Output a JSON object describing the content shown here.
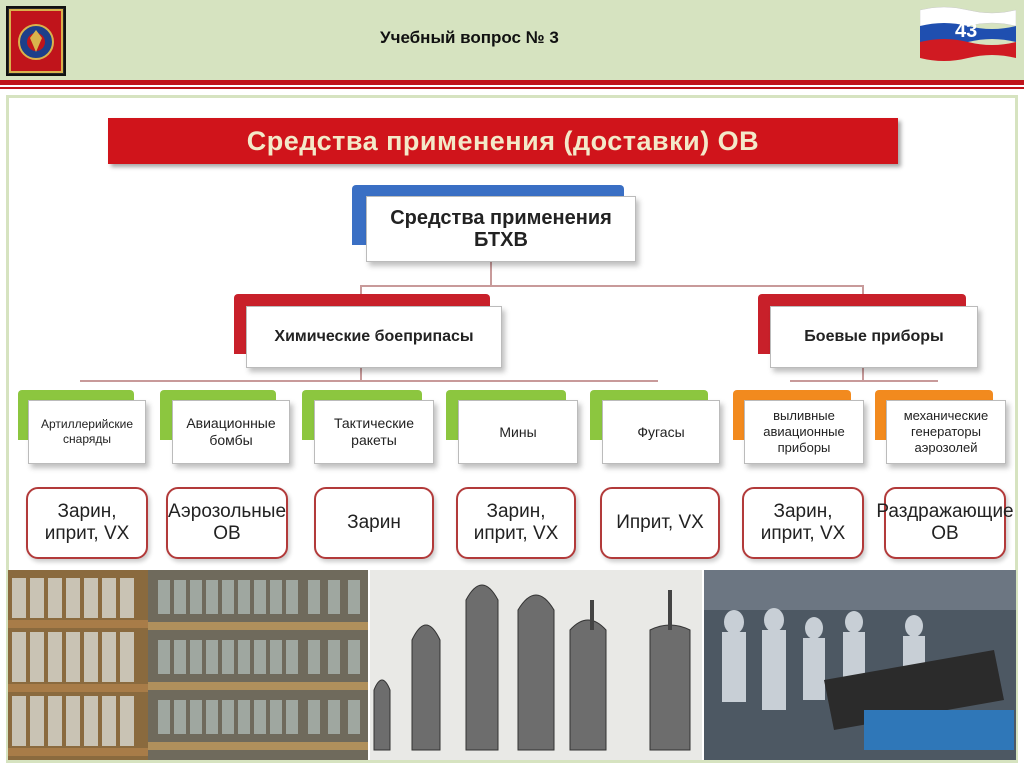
{
  "header": {
    "title": "Учебный вопрос № 3",
    "page_number": "43"
  },
  "banner": {
    "title": "Средства применения (доставки) ОВ"
  },
  "root": {
    "line1": "Средства применения",
    "line2": "БТХВ"
  },
  "categories": [
    {
      "label": "Химические боеприпасы"
    },
    {
      "label": "Боевые приборы"
    }
  ],
  "items": [
    {
      "label": "Артиллерийские снаряды",
      "value": "Зарин, иприт, VX"
    },
    {
      "label": "Авиационные бомбы",
      "value": "Аэрозольные ОВ"
    },
    {
      "label": "Тактические ракеты",
      "value": "Зарин"
    },
    {
      "label": "Мины",
      "value": "Зарин, иприт, VX"
    },
    {
      "label": "Фугасы",
      "value": "Иприт, VX"
    },
    {
      "label": "выливные авиационные приборы",
      "value": "Зарин, иприт, VX"
    },
    {
      "label": "механические генераторы аэрозолей",
      "value": "Раздражающие ОВ"
    }
  ],
  "colors": {
    "accent": "#d0141b",
    "green_tab": "#8cc63f",
    "orange_tab": "#f28a1e",
    "red_tab": "#c8202a",
    "blue_tab": "#3a6fc4"
  }
}
